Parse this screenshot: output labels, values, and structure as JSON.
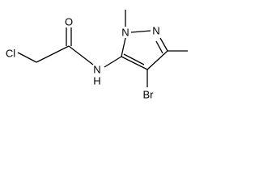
{
  "structure": {
    "atom_labels": {
      "chlorine": "Cl",
      "oxygen": "O",
      "amide_nitrogen": "N",
      "amide_hydrogen": "H",
      "pyrazole_n1": "N",
      "pyrazole_n2": "N",
      "bromine": "Br"
    }
  }
}
